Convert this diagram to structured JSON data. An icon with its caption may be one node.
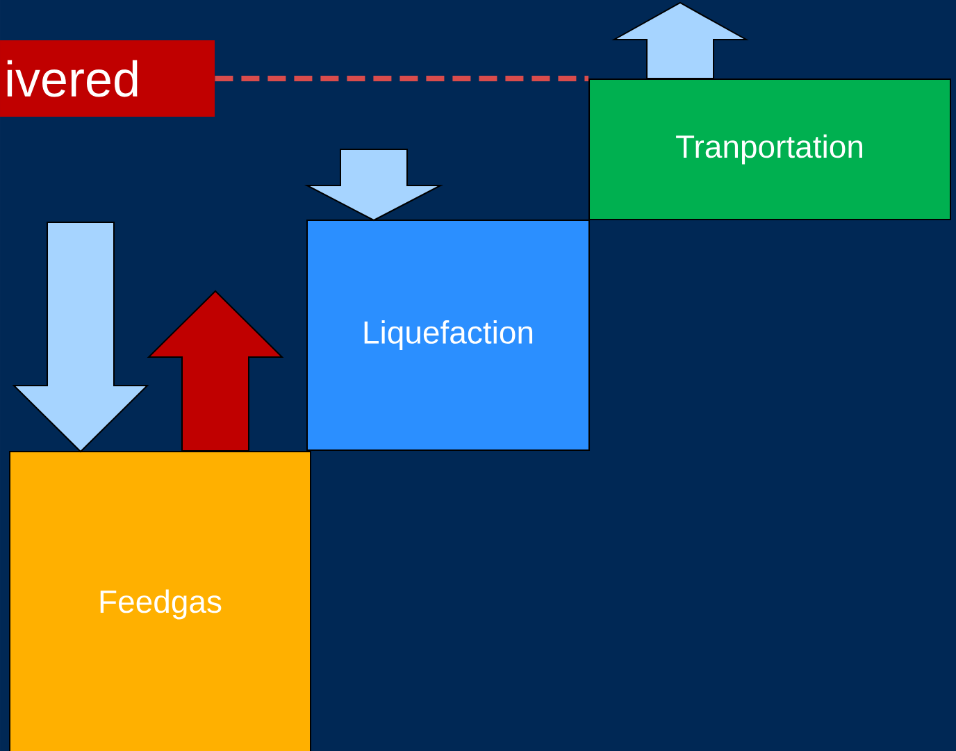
{
  "diagram": {
    "nodes": [
      {
        "text": [
          "ivered"
        ]
      },
      {
        "text": [
          "Tranportation"
        ]
      },
      {
        "text": [
          "Liquefaction"
        ]
      },
      {
        "text": [
          "Feedgas"
        ]
      }
    ],
    "edges": [
      {
        "from": 0,
        "to": 1,
        "arrow": "none",
        "style": "dashed",
        "color": "#d94c4c"
      },
      {
        "from": null,
        "to": 3,
        "arrow": "to",
        "style": "thick",
        "color": "#a6d4ff"
      },
      {
        "from": 3,
        "to": null,
        "arrow": "to",
        "style": "thick",
        "color": "#c00000"
      },
      {
        "from": null,
        "to": 2,
        "arrow": "to",
        "style": "thick",
        "color": "#a6d4ff"
      },
      {
        "from": 1,
        "to": null,
        "arrow": "to",
        "style": "thick",
        "color": "#a6d4ff"
      }
    ]
  }
}
